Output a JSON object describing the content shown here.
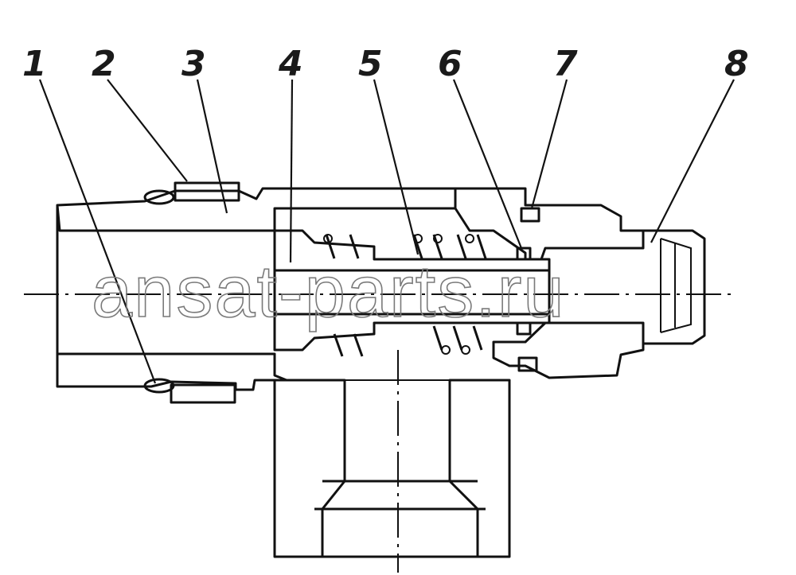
{
  "callouts": [
    {
      "id": "1",
      "label": "1"
    },
    {
      "id": "2",
      "label": "2"
    },
    {
      "id": "3",
      "label": "3"
    },
    {
      "id": "4",
      "label": "4"
    },
    {
      "id": "5",
      "label": "5"
    },
    {
      "id": "6",
      "label": "6"
    },
    {
      "id": "7",
      "label": "7"
    },
    {
      "id": "8",
      "label": "8"
    }
  ],
  "watermark": "ansat-parts.ru"
}
